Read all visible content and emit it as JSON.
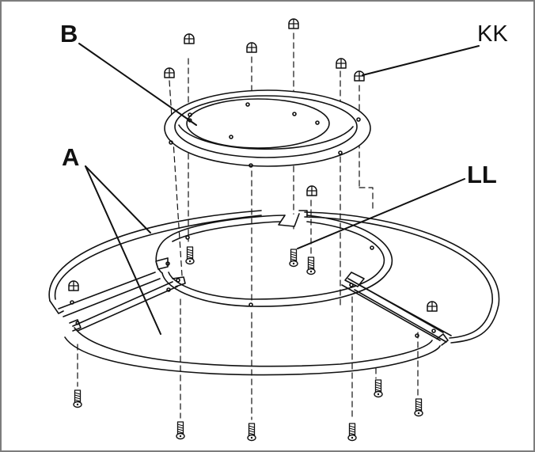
{
  "callouts": {
    "b": "B",
    "kk": "KK",
    "a": "A",
    "ll": "LL"
  },
  "colors": {
    "line": "#111111",
    "border": "#7d7d7d",
    "background": "#ffffff"
  }
}
